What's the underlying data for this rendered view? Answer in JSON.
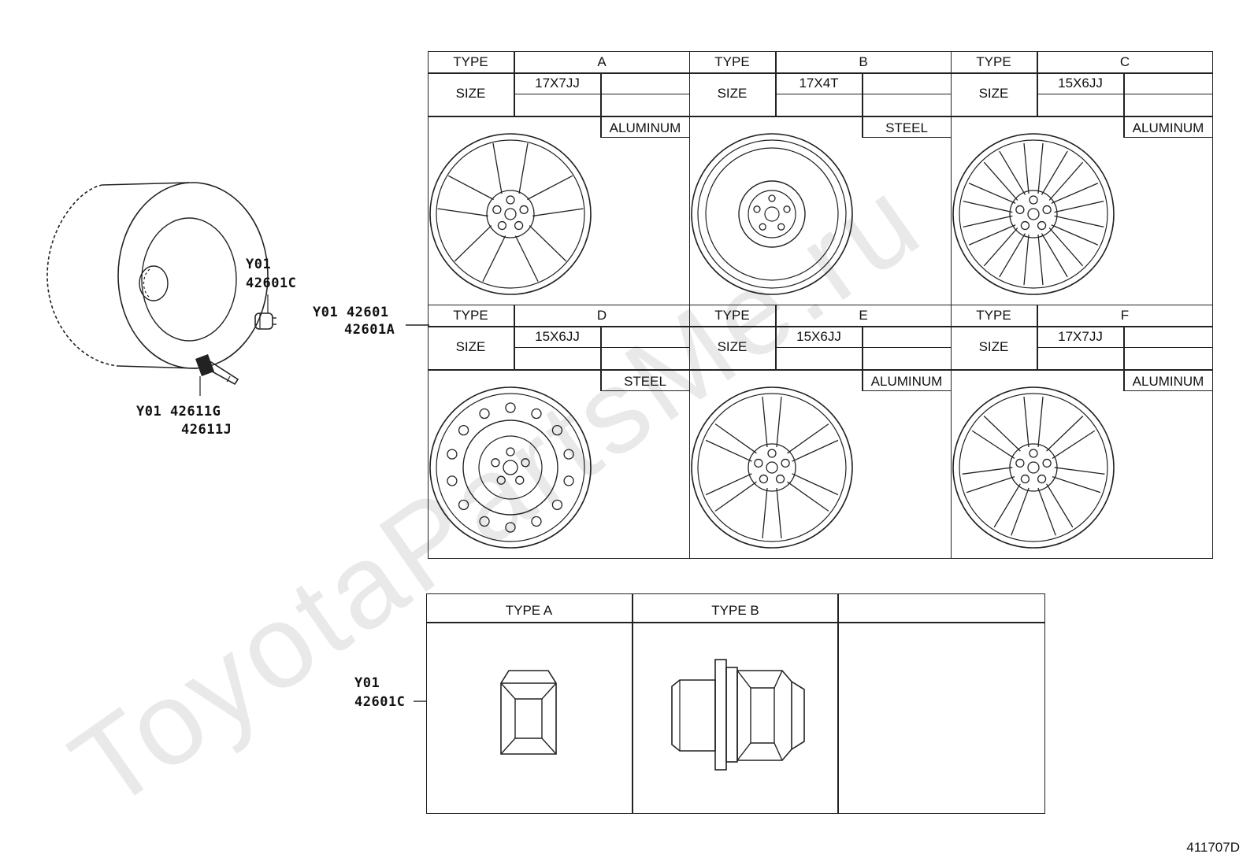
{
  "watermark": "ToyotaPartsMe.ru",
  "diagram_id": "411707D",
  "callouts": {
    "valve_cap": {
      "line1": "Y01",
      "line2": "42601C"
    },
    "wheel": {
      "line1": "Y01 42601",
      "line2": "42601A"
    },
    "valve": {
      "line1": "Y01 42611G",
      "line2": "42611J"
    },
    "nut": {
      "line1": "Y01",
      "line2": "42601C"
    }
  },
  "wheel_table": {
    "type_label": "TYPE",
    "size_label": "SIZE",
    "wheels": [
      {
        "type": "A",
        "size": "17X7JJ",
        "material": "ALUMINUM",
        "style": "5-spoke-alloy-icon"
      },
      {
        "type": "B",
        "size": "17X4T",
        "material": "STEEL",
        "style": "spare-steel-wheel-icon"
      },
      {
        "type": "C",
        "size": "15X6JJ",
        "material": "ALUMINUM",
        "style": "10-spoke-alloy-icon"
      },
      {
        "type": "D",
        "size": "15X6JJ",
        "material": "STEEL",
        "style": "steel-wheel-icon"
      },
      {
        "type": "E",
        "size": "15X6JJ",
        "material": "ALUMINUM",
        "style": "split-spoke-alloy-icon"
      },
      {
        "type": "F",
        "size": "17X7JJ",
        "material": "ALUMINUM",
        "style": "7-spoke-alloy-icon"
      }
    ]
  },
  "nut_table": {
    "headers": [
      "TYPE A",
      "TYPE B",
      ""
    ]
  }
}
